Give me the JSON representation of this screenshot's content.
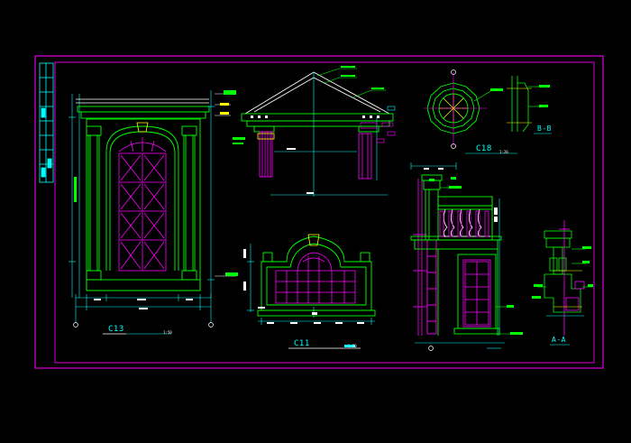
{
  "drawing": {
    "views": [
      {
        "id": "c13",
        "label": "C13",
        "scale": "1:50"
      },
      {
        "id": "c11",
        "label": "C11",
        "scale": "1:20"
      },
      {
        "id": "c18",
        "label": "C18",
        "scale": "1:20"
      },
      {
        "id": "section-b",
        "label": "B-B"
      },
      {
        "id": "section-a",
        "label": "A-A"
      }
    ],
    "colors": {
      "background": "#000000",
      "frame": "#e000e0",
      "outline": "#00ff00",
      "detail": "#ffff00",
      "annotation": "#00ffff",
      "dimension": "#ff00ff",
      "white": "#ffffff"
    }
  }
}
